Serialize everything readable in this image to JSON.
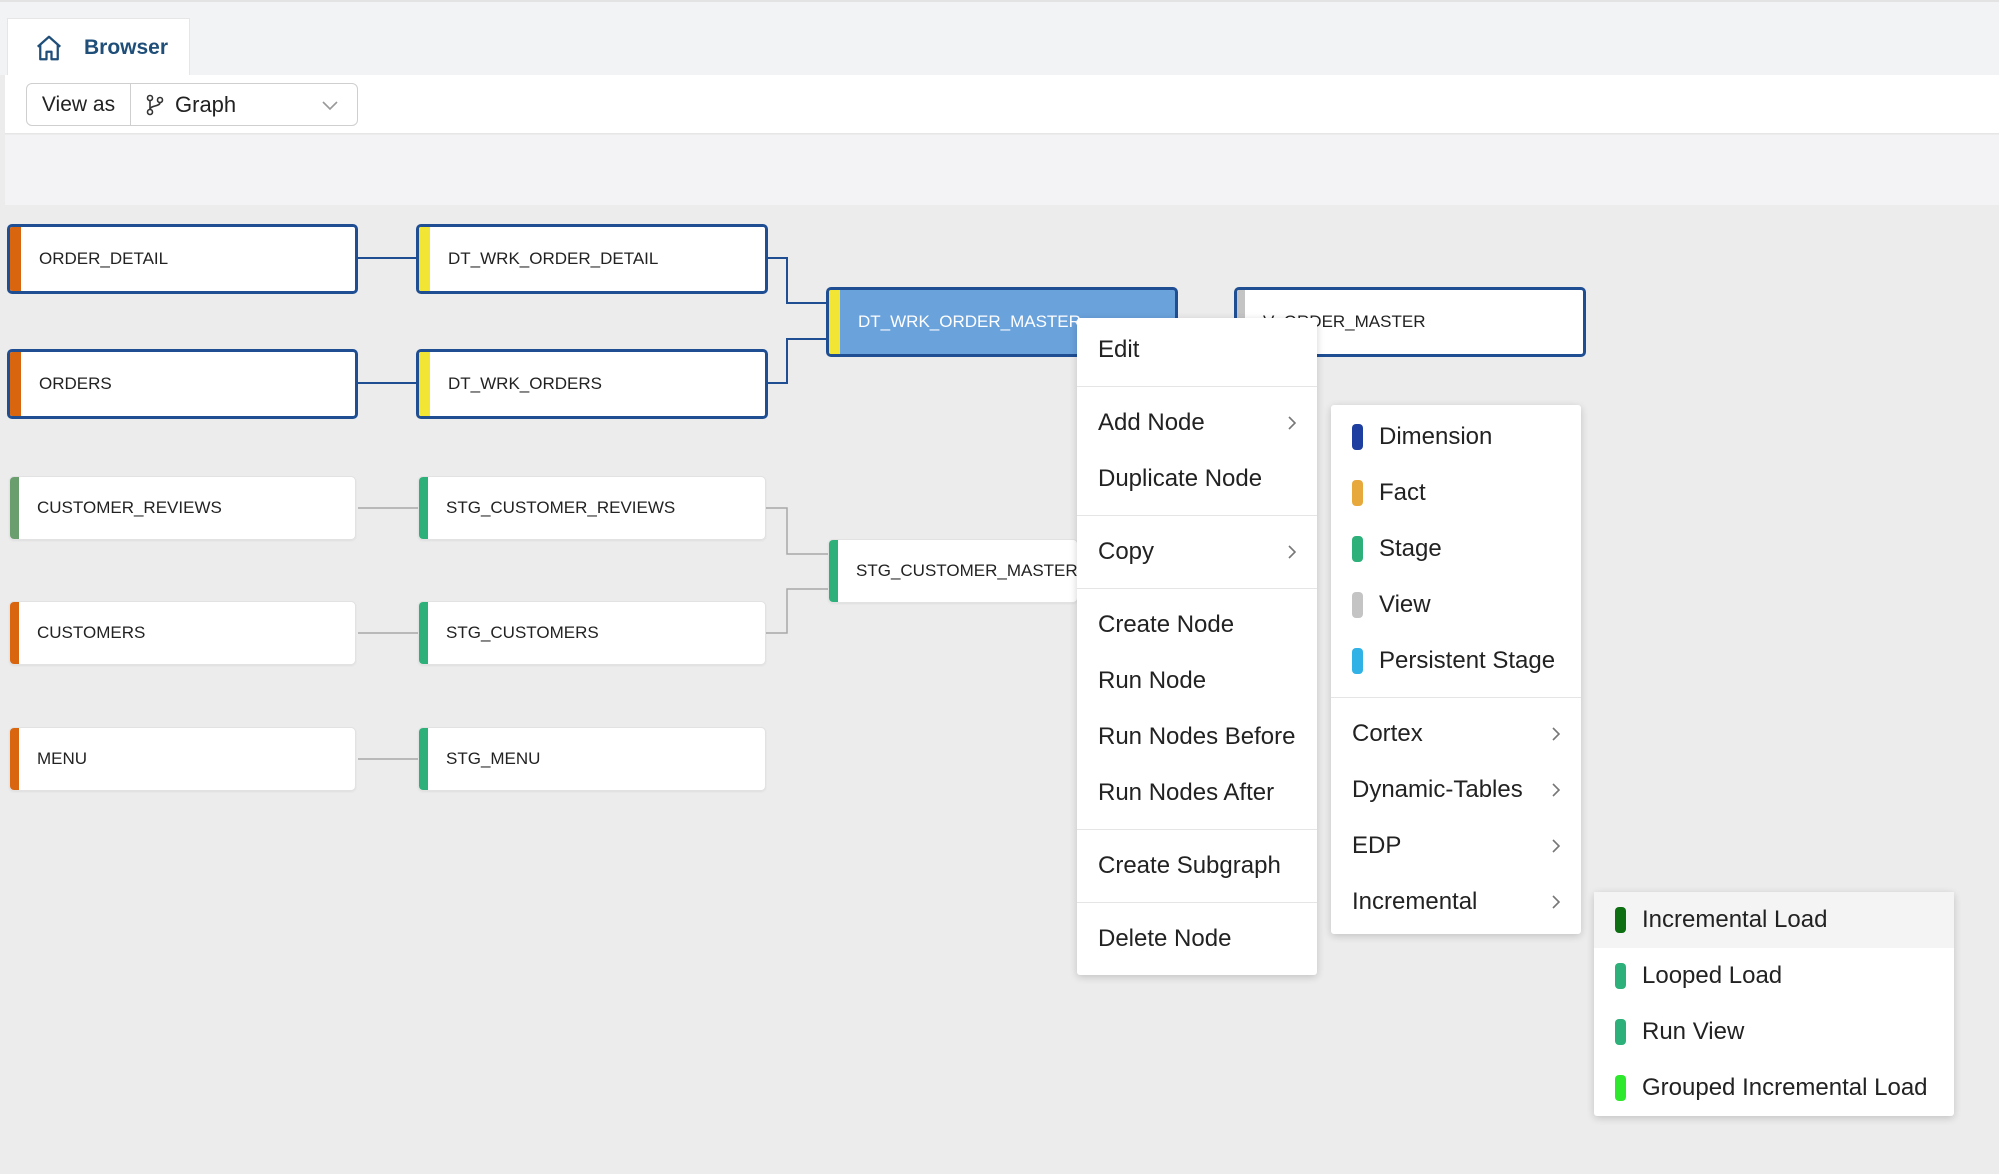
{
  "tab": {
    "label": "Browser",
    "icon": "home-icon"
  },
  "toolbar": {
    "view_as_label": "View as",
    "view_mode": "Graph"
  },
  "colors": {
    "source": "#d9650f",
    "source_green": "#6a9e6f",
    "work": "#f2e533",
    "stage": "#2eb07a",
    "selected": "#6aa2dc",
    "border": "#1f4e93"
  },
  "nodes": {
    "order_detail": "ORDER_DETAIL",
    "orders": "ORDERS",
    "customer_reviews": "CUSTOMER_REVIEWS",
    "customers": "CUSTOMERS",
    "menu": "MENU",
    "dt_wrk_order_detail": "DT_WRK_ORDER_DETAIL",
    "dt_wrk_orders": "DT_WRK_ORDERS",
    "stg_customer_reviews": "STG_CUSTOMER_REVIEWS",
    "stg_customers": "STG_CUSTOMERS",
    "stg_menu": "STG_MENU",
    "dt_wrk_order_master": "DT_WRK_ORDER_MASTER",
    "stg_customer_master": "STG_CUSTOMER_MASTER",
    "v_order_master": "V_ORDER_MASTER"
  },
  "context_menu": {
    "edit": "Edit",
    "add_node": "Add Node",
    "duplicate_node": "Duplicate Node",
    "copy": "Copy",
    "create_node": "Create Node",
    "run_node": "Run Node",
    "run_nodes_before": "Run Nodes Before",
    "run_nodes_after": "Run Nodes After",
    "create_subgraph": "Create Subgraph",
    "delete_node": "Delete Node"
  },
  "add_node_menu": {
    "dimension": "Dimension",
    "fact": "Fact",
    "stage": "Stage",
    "view": "View",
    "persistent_stage": "Persistent Stage",
    "cortex": "Cortex",
    "dynamic_tables": "Dynamic-Tables",
    "edp": "EDP",
    "incremental": "Incremental",
    "swatches": {
      "dimension": "#1f3fa0",
      "fact": "#e8a93c",
      "stage": "#2eb07a",
      "view": "#c4c4c4",
      "persistent_stage": "#30b2e6"
    }
  },
  "incremental_menu": {
    "incremental_load": "Incremental Load",
    "looped_load": "Looped Load",
    "run_view": "Run View",
    "grouped_incremental_load": "Grouped Incremental Load",
    "swatches": {
      "incremental_load": "#0d6e12",
      "looped_load": "#2eb07a",
      "run_view": "#2eb07a",
      "grouped_incremental_load": "#2ee82e"
    }
  }
}
